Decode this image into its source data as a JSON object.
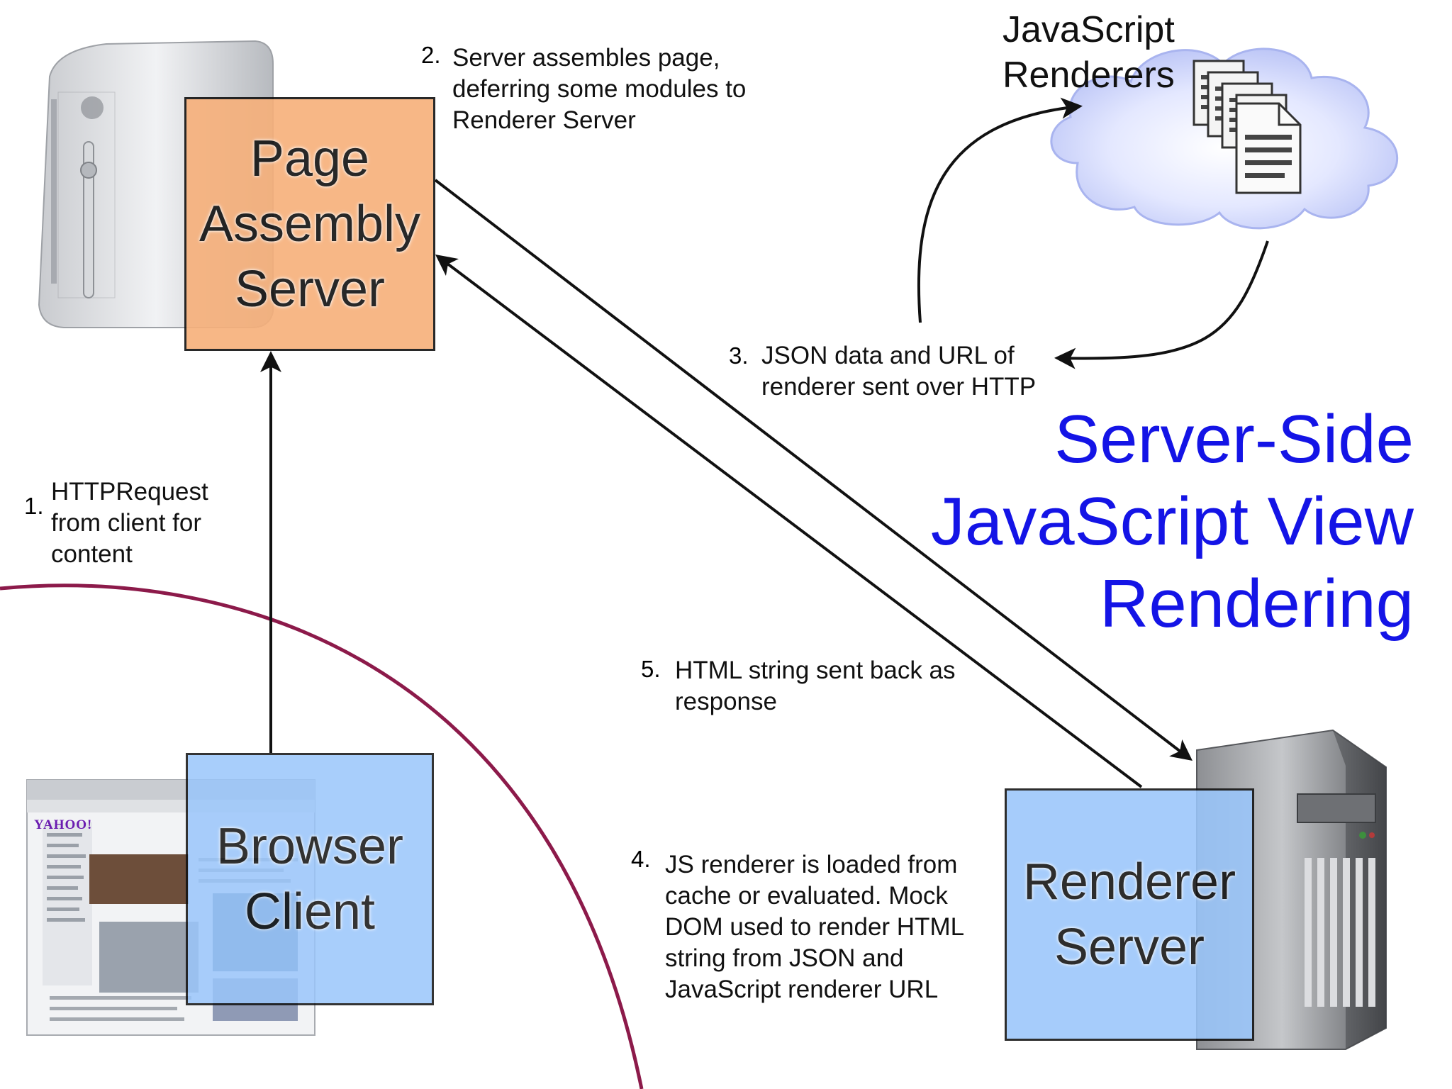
{
  "nodes": {
    "page_assembly": {
      "label": "Page\nAssembly\nServer",
      "color": "#f7b07a"
    },
    "browser_client": {
      "label": "Browser\nClient",
      "color": "#9ac6fb"
    },
    "renderer_server": {
      "label": "Renderer\nServer",
      "color": "#9ac6fb"
    },
    "js_renderers": {
      "label": "JavaScript\nRenderers"
    }
  },
  "steps": [
    {
      "num": "1.",
      "text": "HTTPRequest\nfrom client for\ncontent"
    },
    {
      "num": "2.",
      "text": "Server assembles page,\ndeferring some modules to\nRenderer Server"
    },
    {
      "num": "3.",
      "text": "JSON data and URL of\nrenderer sent over HTTP"
    },
    {
      "num": "4.",
      "text": "JS renderer is loaded from\ncache or evaluated. Mock\nDOM used to render HTML\nstring from JSON and\nJavaScript renderer URL"
    },
    {
      "num": "5.",
      "text": "HTML string sent back as\nresponse"
    }
  ],
  "title_lines": [
    "Server-Side",
    "JavaScript View",
    "Rendering"
  ],
  "browser_logo": "YAHOO!",
  "colors": {
    "title": "#1414e6",
    "boundary": "#8c1a4a",
    "arrows": "#111111"
  }
}
